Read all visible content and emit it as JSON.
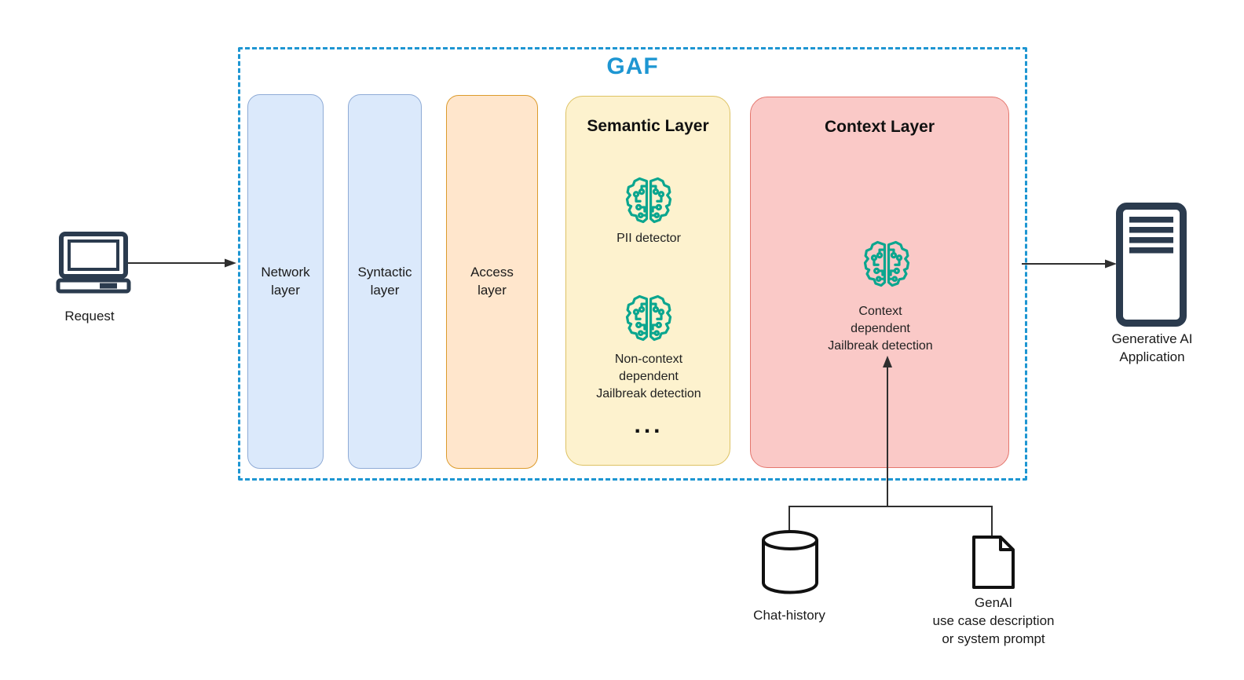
{
  "title": "GAF",
  "request": {
    "label": "Request",
    "icon": "computer-icon"
  },
  "layers": {
    "network": {
      "label": "Network\nlayer"
    },
    "syntactic": {
      "label": "Syntactic\nlayer"
    },
    "access": {
      "label": "Access\nlayer"
    },
    "semantic": {
      "title": "Semantic Layer",
      "items": [
        {
          "icon": "ai-brain-icon",
          "label": "PII detector"
        },
        {
          "icon": "ai-brain-icon",
          "label": "Non-context\ndependent\nJailbreak detection"
        }
      ],
      "more": "..."
    },
    "context": {
      "title": "Context Layer",
      "item": {
        "icon": "ai-brain-icon",
        "label": "Context\ndependent\nJailbreak detection"
      }
    }
  },
  "output": {
    "label": "Generative AI\nApplication",
    "icon": "server-icon"
  },
  "sources": {
    "chat_history": {
      "label": "Chat-history",
      "icon": "database-cylinder-icon"
    },
    "genai_doc": {
      "label": "GenAI\nuse case description\nor system prompt",
      "icon": "document-icon"
    }
  },
  "colors": {
    "accent_blue": "#1e96d2",
    "layer_blue_fill": "#dbe9fb",
    "layer_blue_border": "#8fabd6",
    "layer_orange_fill": "#ffe6cc",
    "layer_orange_border": "#dc9b2c",
    "semantic_yellow_fill": "#fdf2ce",
    "semantic_yellow_border": "#ddc263",
    "context_pink_fill": "#fac9c7",
    "context_pink_border": "#e4766d",
    "brain_teal": "#0ba68f",
    "icon_navy": "#2b3b4e",
    "connector": "#2f2f2f"
  }
}
